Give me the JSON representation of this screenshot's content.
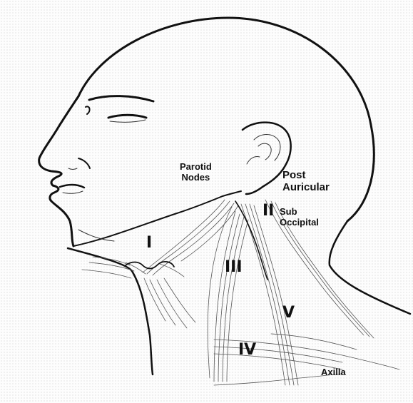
{
  "labels": {
    "parotid_nodes": [
      "Parotid",
      "Nodes"
    ],
    "post_auricular": [
      "Post",
      "Auricular"
    ],
    "sub_occipital": [
      "Sub",
      "Occipital"
    ],
    "axilla": "Axilla",
    "levels": {
      "I": "I",
      "II": "II",
      "III": "III",
      "IV": "IV",
      "V": "V"
    }
  },
  "colors": {
    "ink": "#111111",
    "stipple": "#c9c9c9",
    "paper": "#fdfdfd"
  }
}
